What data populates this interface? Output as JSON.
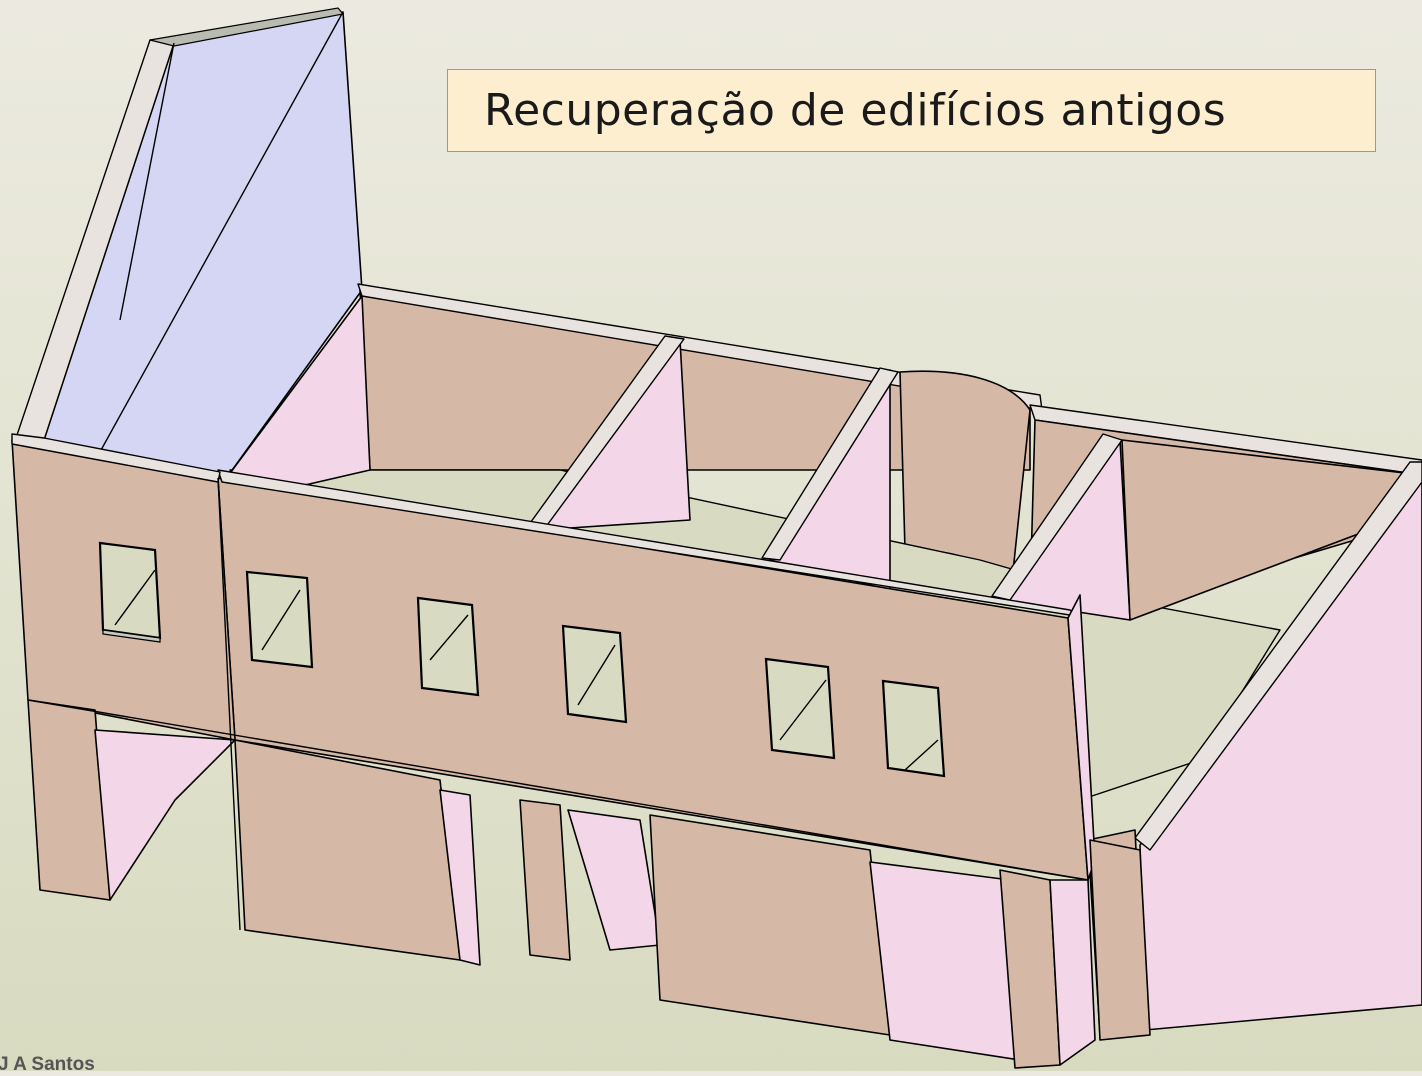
{
  "slide": {
    "title": "Recuperação de edifícios antigos",
    "author": "J A Santos"
  },
  "colors": {
    "background": "#e3e4d2",
    "title_box": "#fdeecf",
    "wall_exterior": "#d5b8a6",
    "wall_interior": "#f3d6e8",
    "gable": "#d4d6f4"
  },
  "figure": {
    "subject": "3D wireframe model of an old building's walls"
  }
}
